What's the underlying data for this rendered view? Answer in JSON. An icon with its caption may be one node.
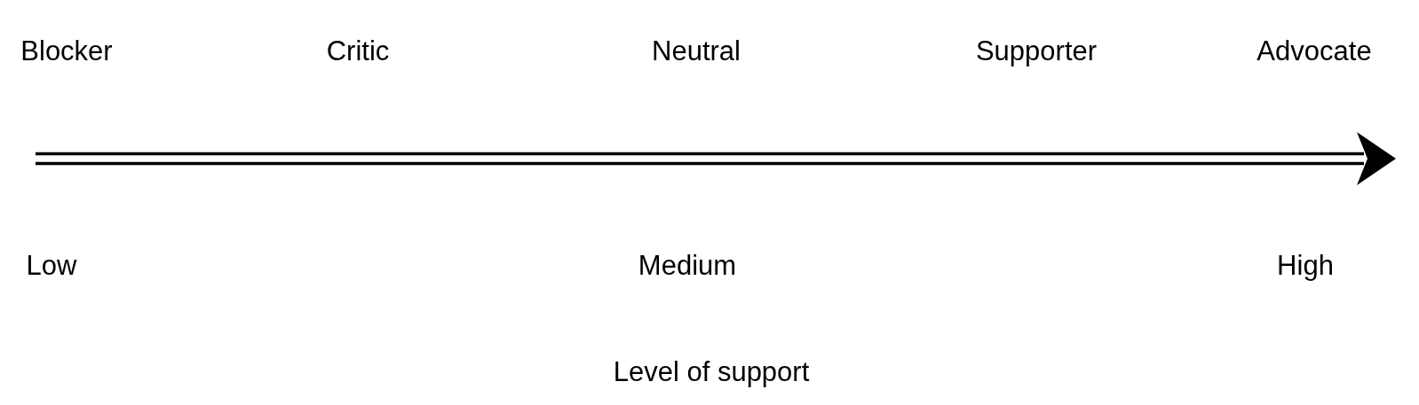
{
  "diagram": {
    "labels": [
      "Blocker",
      "Critic",
      "Neutral",
      "Supporter",
      "Advocate",
      "Low",
      "Medium",
      "High",
      "Level of support"
    ]
  }
}
